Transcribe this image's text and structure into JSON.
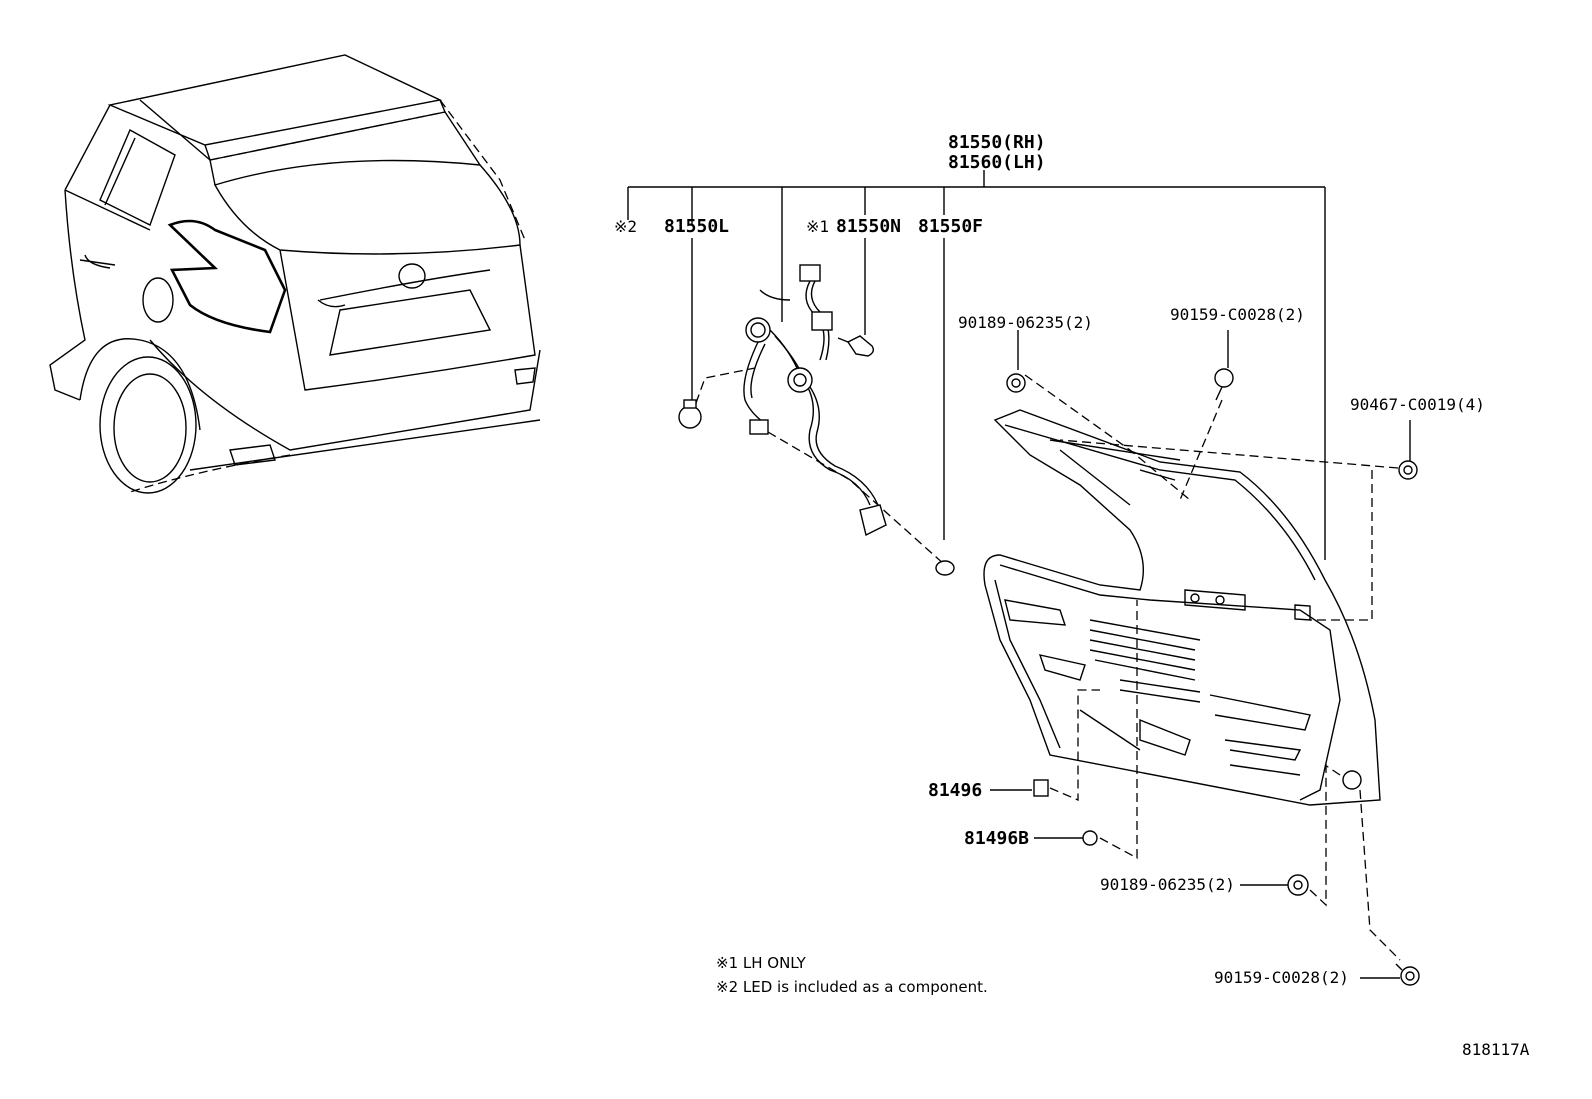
{
  "labels": {
    "assembly_rh": "81550(RH)",
    "assembly_lh": "81560(LH)",
    "mark2": "※2",
    "part_81550L": "81550L",
    "mark1": "※1",
    "part_81550N": "81550N",
    "part_81550F": "81550F",
    "nut_upper": "90189-06235(2)",
    "screw_upper": "90159-C0028(2)",
    "clip_right": "90467-C0019(4)",
    "part_81496": "81496",
    "part_81496B": "81496B",
    "nut_lower": "90189-06235(2)",
    "screw_lower": "90159-C0028(2)"
  },
  "notes": {
    "note1": "※1 LH ONLY",
    "note2": "※2 LED is included as a component."
  },
  "diagram_id": "818117A"
}
